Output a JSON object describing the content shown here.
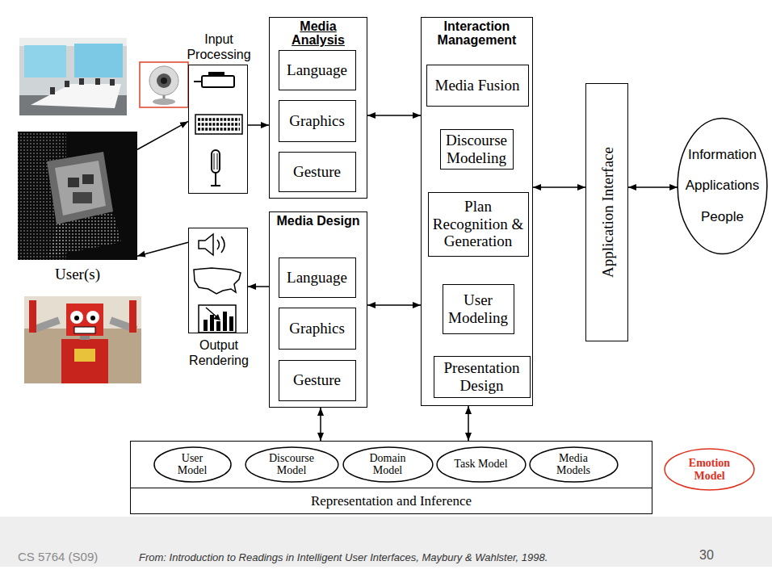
{
  "diagram": {
    "caption": "From: Introduction to Readings in Intelligent User Interfaces, Maybury & Wahlster, 1998.",
    "nodes": [
      {
        "text": [
          "Input Processing"
        ]
      },
      {
        "text": [
          "Media Analysis"
        ]
      },
      {
        "text": [
          "Language"
        ],
        "in": 1
      },
      {
        "text": [
          "Graphics"
        ],
        "in": 1
      },
      {
        "text": [
          "Gesture"
        ],
        "in": 1
      },
      {
        "text": [
          "Interaction Management"
        ]
      },
      {
        "text": [
          "Media Fusion"
        ],
        "in": 5
      },
      {
        "text": [
          "Discourse Modeling"
        ],
        "in": 5
      },
      {
        "text": [
          "Plan Recognition & Generation"
        ],
        "in": 5
      },
      {
        "text": [
          "User Modeling"
        ],
        "in": 5
      },
      {
        "text": [
          "Presentation Design"
        ],
        "in": 5
      },
      {
        "text": [
          "Application Interface"
        ]
      },
      {
        "text": [
          "Information",
          "Applications",
          "People"
        ]
      },
      {
        "text": [
          "User(s)"
        ]
      },
      {
        "text": [
          "Output Rendering"
        ]
      },
      {
        "text": [
          "Media Design"
        ]
      },
      {
        "text": [
          "Language"
        ],
        "in": 15
      },
      {
        "text": [
          "Graphics"
        ],
        "in": 15
      },
      {
        "text": [
          "Gesture"
        ],
        "in": 15
      },
      {
        "text": [
          "Representation and Inference"
        ]
      },
      {
        "text": [
          "User Model"
        ],
        "in": 19
      },
      {
        "text": [
          "Discourse Model"
        ],
        "in": 19
      },
      {
        "text": [
          "Domain Model"
        ],
        "in": 19
      },
      {
        "text": [
          "Task Model"
        ],
        "in": 19
      },
      {
        "text": [
          "Media Models"
        ],
        "in": 19
      },
      {
        "text": [
          "Emotion Model"
        ]
      }
    ],
    "edges": [
      {
        "from": 13,
        "to": 0,
        "arrow": "to"
      },
      {
        "from": 0,
        "to": 1,
        "arrow": "to"
      },
      {
        "from": 1,
        "to": 5,
        "arrow": "both"
      },
      {
        "from": 5,
        "to": 11,
        "arrow": "both"
      },
      {
        "from": 11,
        "to": 12,
        "arrow": "both"
      },
      {
        "from": 15,
        "to": 5,
        "arrow": "both"
      },
      {
        "from": 15,
        "to": 14,
        "arrow": "to"
      },
      {
        "from": 14,
        "to": 13,
        "arrow": "to"
      },
      {
        "from": 15,
        "to": 19,
        "arrow": "both"
      },
      {
        "from": 5,
        "to": 19,
        "arrow": "both"
      }
    ],
    "labels": [
      "CS 5764 (S09)",
      "30"
    ]
  }
}
